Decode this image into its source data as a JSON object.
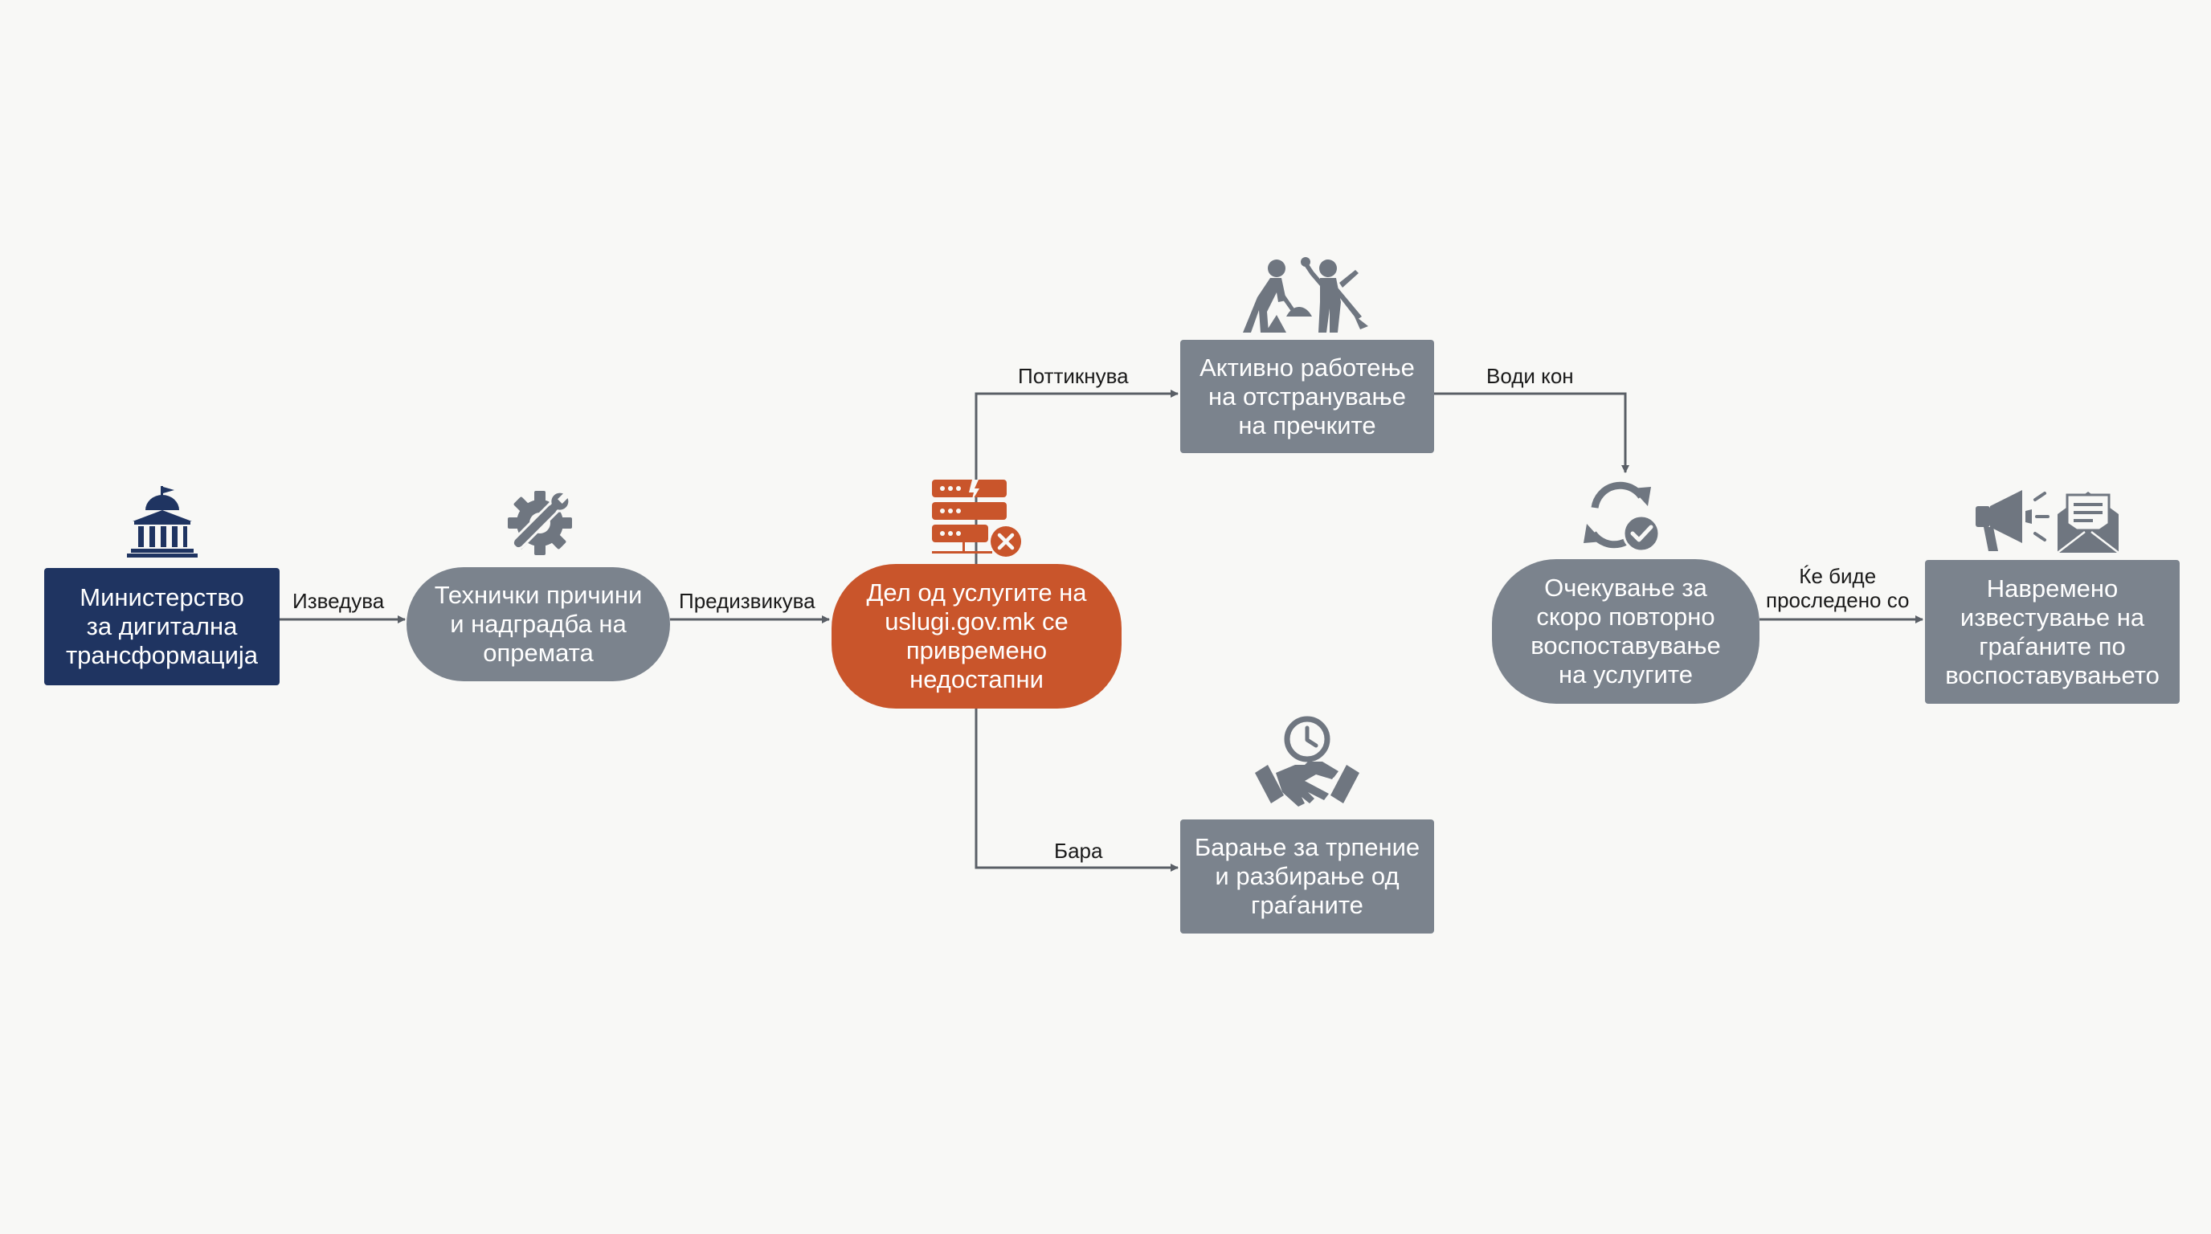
{
  "colors": {
    "ministry": "#1f3461",
    "neutral": "#7b838d",
    "alert": "#c9552b",
    "edge": "#5a5f66"
  },
  "nodes": {
    "ministry": "Министерство\nза дигитална\nтрансформација",
    "technical": "Технички причини\nи надградба на\nопремата",
    "unavailable": "Дел од услугите на\nuslugi.gov.mk се\nпривремено\nнедостапни",
    "active_work": "Активно работење\nна отстранување\nна пречките",
    "patience": "Барање за трпение\nи разбирање од\nграѓаните",
    "expectation": "Очекување за\nскоро повторно\nвоспоставување\nна услугите",
    "notify": "Навремено\nизвестување на\nграѓаните по\nвоспоставувањето"
  },
  "edges": {
    "performs": "Изведува",
    "causes": "Предизвикува",
    "prompts": "Поттикнува",
    "leads_to": "Води кон",
    "requires": "Бара",
    "followed_by": "Ќе биде\nпроследено со"
  },
  "icons": {
    "ministry": "government-building-icon",
    "technical": "wrench-gear-icon",
    "unavailable": "server-error-icon",
    "active_work": "workers-icon",
    "patience": "handshake-clock-icon",
    "expectation": "refresh-check-icon",
    "notify": "megaphone-envelope-icon"
  }
}
